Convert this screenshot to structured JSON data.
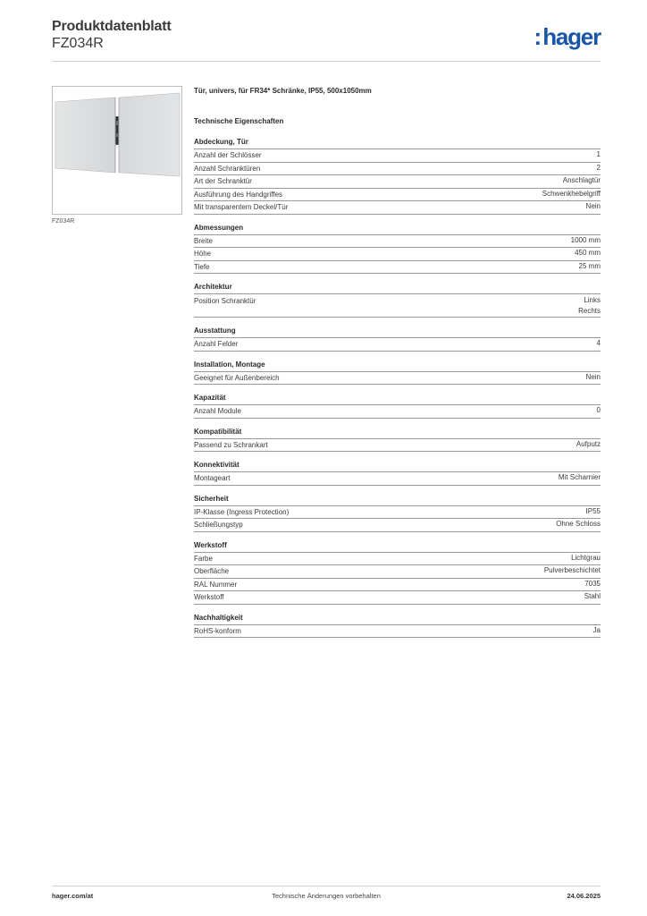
{
  "header": {
    "title": "Produktdatenblatt",
    "article_number": "FZ034R",
    "logo_text": "hager",
    "colors": {
      "logo": "#1a56a8"
    }
  },
  "image": {
    "caption": "FZ034R",
    "icon": "cabinet-door-image"
  },
  "product": {
    "description": "Tür, univers, für FR34* Schränke, IP55, 500x1050mm",
    "tech_title": "Technische Eigenschaften"
  },
  "sections": [
    {
      "title": "Abdeckung, Tür",
      "rows": [
        {
          "label": "Anzahl der Schlösser",
          "values": [
            "1"
          ]
        },
        {
          "label": "Anzahl Schranktüren",
          "values": [
            "2"
          ]
        },
        {
          "label": "Art der Schranktür",
          "values": [
            "Anschlagtür"
          ]
        },
        {
          "label": "Ausführung des Handgriffes",
          "values": [
            "Schwenkhebelgriff"
          ]
        },
        {
          "label": "Mit transparentem Deckel/Tür",
          "values": [
            "Nein"
          ]
        }
      ]
    },
    {
      "title": "Abmessungen",
      "rows": [
        {
          "label": "Breite",
          "values": [
            "1000 mm"
          ]
        },
        {
          "label": "Höhe",
          "values": [
            "450 mm"
          ]
        },
        {
          "label": "Tiefe",
          "values": [
            "25 mm"
          ]
        }
      ]
    },
    {
      "title": "Architektur",
      "rows": [
        {
          "label": "Position Schranktür",
          "values": [
            "Links",
            "Rechts"
          ]
        }
      ]
    },
    {
      "title": "Ausstattung",
      "rows": [
        {
          "label": "Anzahl Felder",
          "values": [
            "4"
          ]
        }
      ]
    },
    {
      "title": "Installation, Montage",
      "rows": [
        {
          "label": "Geeignet für Außenbereich",
          "values": [
            "Nein"
          ]
        }
      ]
    },
    {
      "title": "Kapazität",
      "rows": [
        {
          "label": "Anzahl Module",
          "values": [
            "0"
          ]
        }
      ]
    },
    {
      "title": "Kompatibilität",
      "rows": [
        {
          "label": "Passend zu Schrankart",
          "values": [
            "Aufputz"
          ]
        }
      ]
    },
    {
      "title": "Konnektivität",
      "rows": [
        {
          "label": "Montageart",
          "values": [
            "Mit Scharnier"
          ]
        }
      ]
    },
    {
      "title": "Sicherheit",
      "rows": [
        {
          "label": "IP-Klasse (Ingress Protection)",
          "values": [
            "IP55"
          ]
        },
        {
          "label": "Schließungstyp",
          "values": [
            "Ohne Schloss"
          ]
        }
      ]
    },
    {
      "title": "Werkstoff",
      "rows": [
        {
          "label": "Farbe",
          "values": [
            "Lichtgrau"
          ]
        },
        {
          "label": "Oberfläche",
          "values": [
            "Pulverbeschichtet"
          ]
        },
        {
          "label": "RAL Nummer",
          "values": [
            "7035"
          ]
        },
        {
          "label": "Werkstoff",
          "values": [
            "Stahl"
          ]
        }
      ]
    },
    {
      "title": "Nachhaltigkeit",
      "rows": [
        {
          "label": "RoHS-konform",
          "values": [
            "Ja"
          ]
        }
      ]
    }
  ],
  "footer": {
    "website": "hager.com/at",
    "notice": "Technische Änderungen vorbehalten",
    "date": "24.06.2025"
  }
}
